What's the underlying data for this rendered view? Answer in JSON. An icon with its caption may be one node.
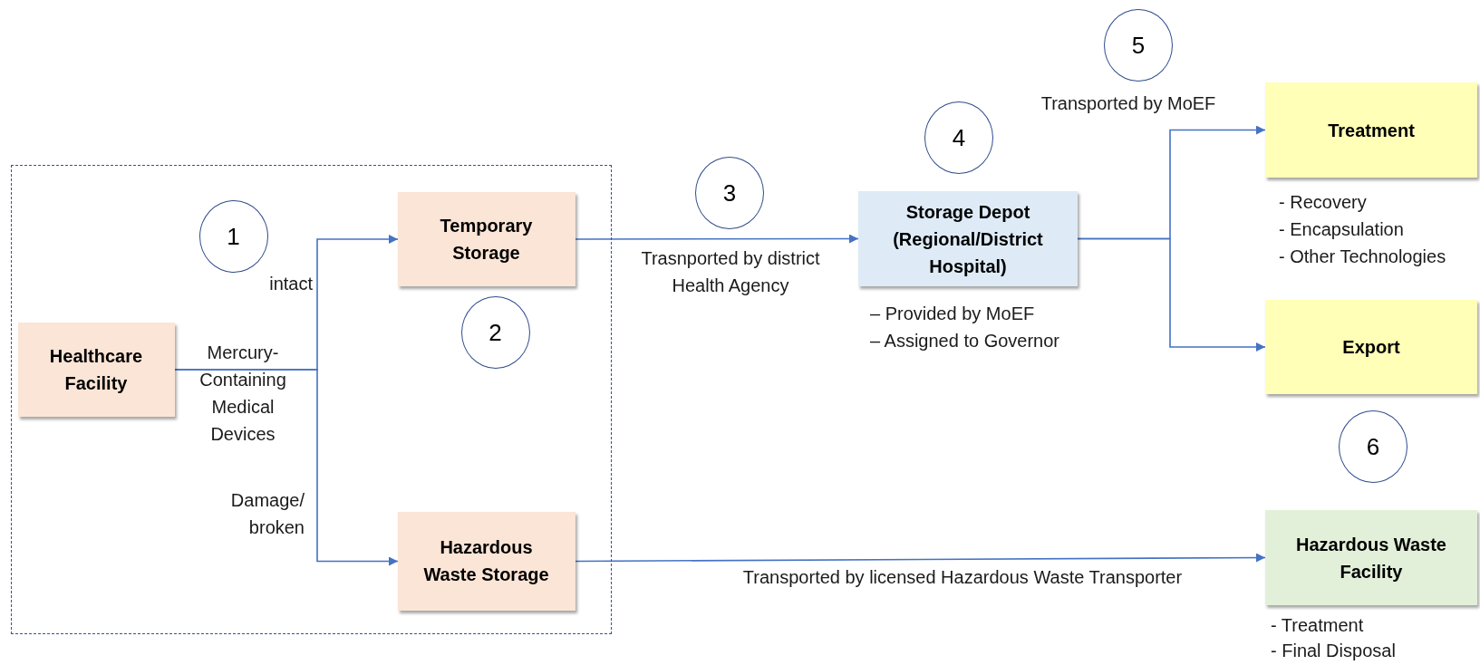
{
  "diagram": {
    "nodes": [
      {
        "text": [],
        "shape": "box"
      },
      {
        "text": [
          "Healthcare Facility"
        ],
        "in": 0
      },
      {
        "text": [
          "1"
        ],
        "in": 0
      },
      {
        "text": [
          "Temporary Storage"
        ],
        "in": 0
      },
      {
        "text": [
          "2"
        ],
        "in": 0
      },
      {
        "text": [
          "Hazardous Waste Storage"
        ],
        "in": 0
      },
      {
        "text": [
          "3"
        ]
      },
      {
        "text": [
          "4"
        ]
      },
      {
        "text": [
          "Storage Depot (Regional/District Hospital)"
        ],
        "beside": [
          "– Provided by MoEF",
          "– Assigned to Governor"
        ]
      },
      {
        "text": [
          "5"
        ]
      },
      {
        "text": [
          "Treatment"
        ],
        "beside": [
          "- Recovery",
          "- Encapsulation",
          "- Other Technologies"
        ]
      },
      {
        "text": [
          "Export"
        ]
      },
      {
        "text": [
          "6"
        ]
      },
      {
        "text": [
          "Hazardous Waste Facility"
        ],
        "beside": [
          "- Treatment",
          "- Final Disposal"
        ]
      }
    ],
    "edges": [
      {
        "from": 1,
        "to": 3,
        "arrow": "to",
        "label": "intact"
      },
      {
        "from": 1,
        "to": 5,
        "arrow": "to",
        "label": "Damage/ broken"
      },
      {
        "from": 3,
        "to": 8,
        "arrow": "to",
        "label": "Trasnported by district Health Agency"
      },
      {
        "from": 8,
        "to": 10,
        "arrow": "to",
        "label": "Transported by MoEF"
      },
      {
        "from": 8,
        "to": 11,
        "arrow": "to"
      },
      {
        "from": 5,
        "to": 13,
        "arrow": "to",
        "label": "Transported by licensed Hazardous Waste Transporter"
      }
    ],
    "labels": [
      "Mercury- Containing Medical Devices"
    ]
  }
}
